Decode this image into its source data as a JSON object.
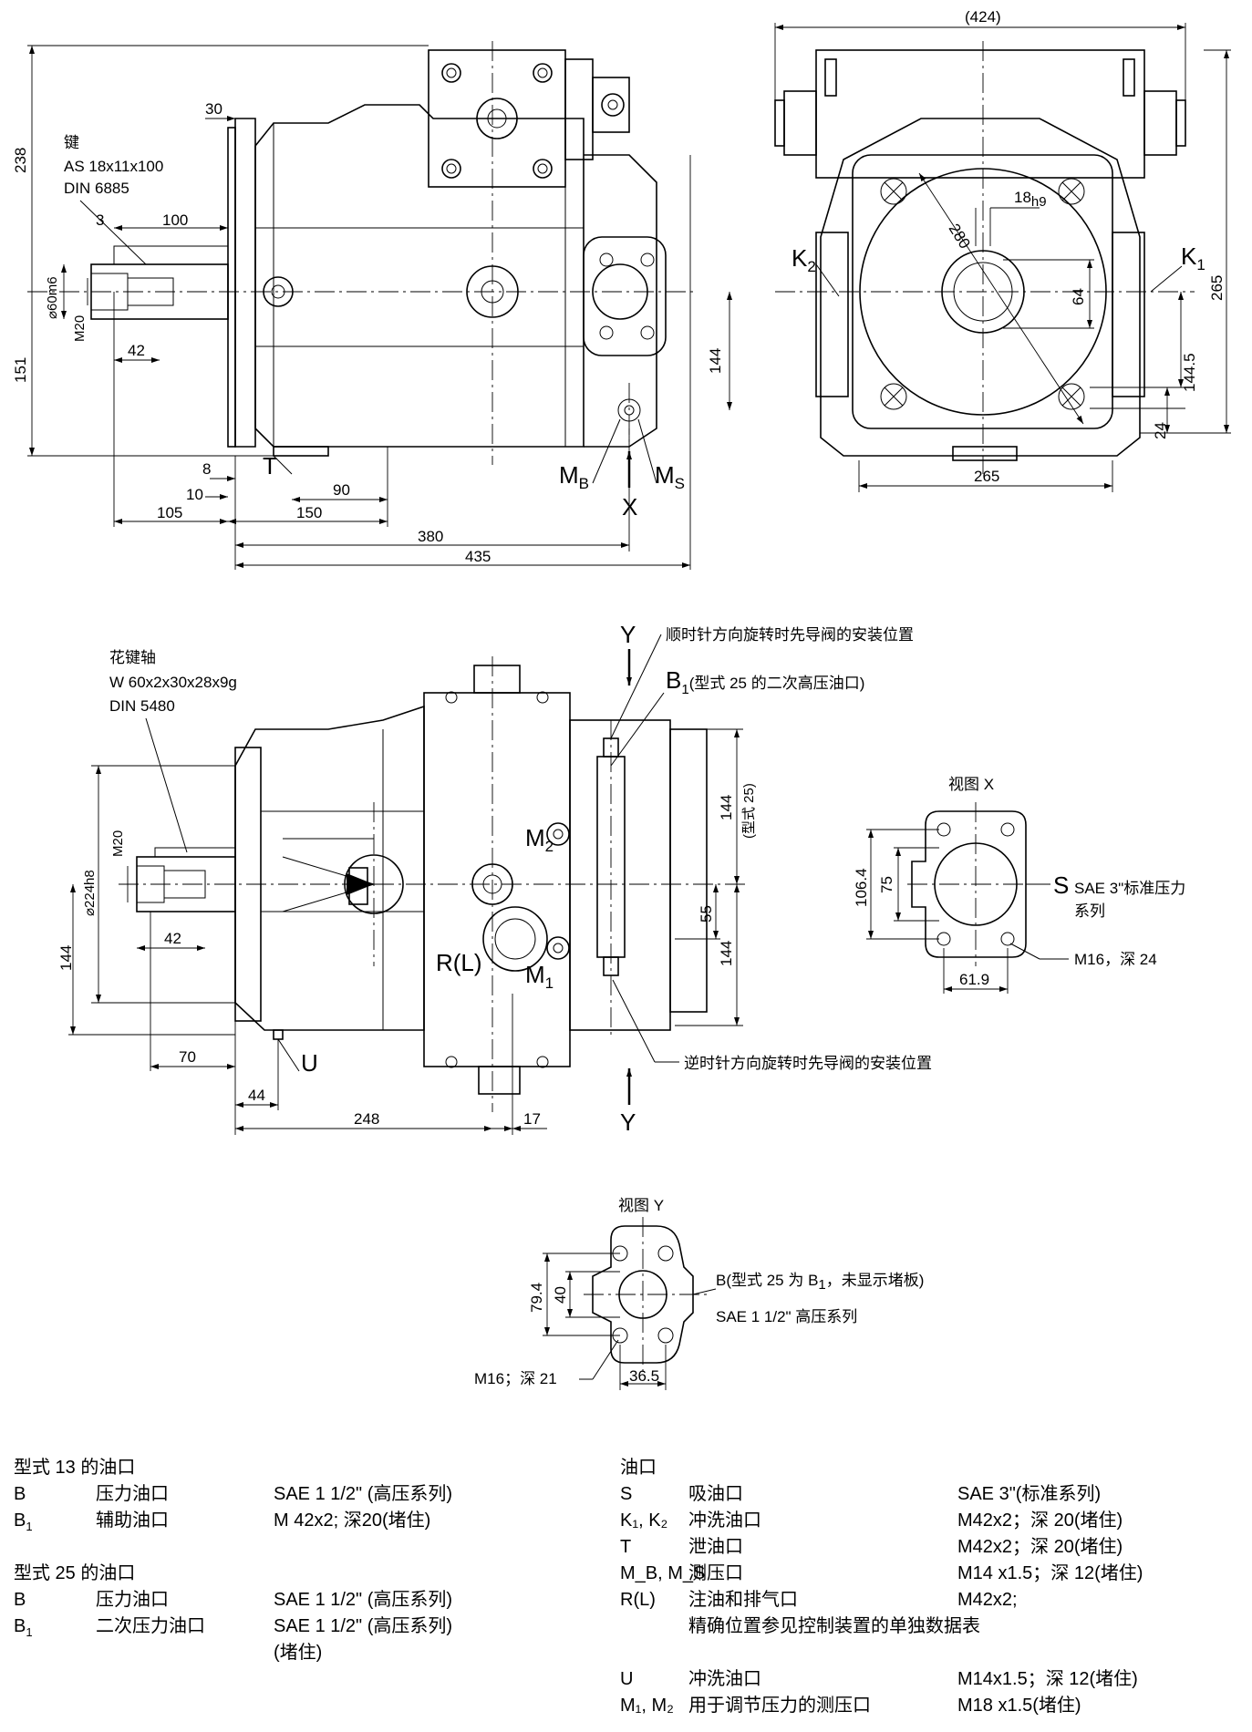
{
  "top_left_view": {
    "key_label": "键",
    "key_spec": "AS 18x11x100",
    "key_std": "DIN 6885",
    "dims": {
      "d238": "238",
      "d151": "151",
      "d30": "30",
      "d3": "3",
      "d100": "100",
      "d60": "⌀60m6",
      "dM20": "M20",
      "d42": "42",
      "d8": "8",
      "d10": "10",
      "d105": "105",
      "d150": "150",
      "d90": "90",
      "d380": "380",
      "d435": "435",
      "d144": "144"
    },
    "port_T": "T",
    "port_MB": "M",
    "port_MB_sub": "B",
    "port_MS": "M",
    "port_MS_sub": "S",
    "view_X_arrow": "X"
  },
  "top_right_view": {
    "dims": {
      "d424": "(424)",
      "d280": "280",
      "d18": "18",
      "d18_tol": "h9",
      "d64": "64",
      "d265v": "265",
      "d1445": "144.5",
      "d24": "24",
      "d265h": "265"
    },
    "port_K2": "K",
    "port_K2_sub": "2",
    "port_K1": "K",
    "port_K1_sub": "1"
  },
  "middle_view": {
    "shaft_label": "花键轴",
    "shaft_spec": "W 60x2x30x28x9g",
    "shaft_std": "DIN 5480",
    "dims": {
      "d224": "⌀224h8",
      "dM20": "M20",
      "d42": "42",
      "d144l": "144",
      "d70": "70",
      "d44": "44",
      "d248": "248",
      "d17": "17",
      "d144r": "144",
      "d144r2": "144",
      "type25": "(型式 25)",
      "d55": "55"
    },
    "y_top": "Y",
    "y_bottom": "Y",
    "note_cw": "顺时针方向旋转时先导阀的安装位置",
    "note_b1": "(型式 25 的二次高压油口)",
    "note_b1_port": "B",
    "note_b1_sub": "1",
    "note_ccw": "逆时针方向旋转时先导阀的安装位置",
    "port_M2": "M",
    "port_M2_sub": "2",
    "port_M1": "M",
    "port_M1_sub": "1",
    "port_RL": "R(L)",
    "port_U": "U"
  },
  "view_x": {
    "title": "视图 X",
    "d1064": "106.4",
    "d75": "75",
    "d619": "61.9",
    "port_s": "S",
    "s_desc1": "SAE 3\"标准压力",
    "s_desc2": "系列",
    "thread": "M16，深 24"
  },
  "view_y": {
    "title": "视图 Y",
    "d794": "79.4",
    "d40": "40",
    "d365": "36.5",
    "b_desc": "B(型式 25 为 B",
    "b_desc_sub": "1",
    "b_desc_tail": "，未显示堵板)",
    "sae": "SAE 1 1/2\" 高压系列",
    "thread": "M16；深 21"
  },
  "legend_left": {
    "type13_title": "型式 13 的油口",
    "type13": [
      {
        "port": "B",
        "sub": "",
        "name": "压力油口",
        "spec": "SAE 1 1/2\" (高压系列)"
      },
      {
        "port": "B",
        "sub": "1",
        "name": "辅助油口",
        "spec": "M 42x2; 深20(堵住)"
      }
    ],
    "type25_title": "型式 25 的油口",
    "type25": [
      {
        "port": "B",
        "sub": "",
        "name": "压力油口",
        "spec": "SAE 1 1/2\" (高压系列)"
      },
      {
        "port": "B",
        "sub": "1",
        "name": "二次压力油口",
        "spec": "SAE 1 1/2\" (高压系列)"
      }
    ],
    "type25_note": "(堵住)"
  },
  "legend_right": {
    "title": "油口",
    "rows": [
      {
        "port": "S",
        "name": "吸油口",
        "spec": "SAE 3\"(标准系列)"
      },
      {
        "port": "K₁, K₂",
        "name": "冲洗油口",
        "spec": "M42x2；深 20(堵住)"
      },
      {
        "port": "T",
        "name": "泄油口",
        "spec": "M42x2；深 20(堵住)"
      },
      {
        "port": "M_B, M_S",
        "name": "测压口",
        "spec": "M14 x1.5；深 12(堵住)"
      },
      {
        "port": "R(L)",
        "name": "注油和排气口",
        "spec": "M42x2;"
      }
    ],
    "rl_note": "精确位置参见控制装置的单独数据表",
    "rows2": [
      {
        "port": "U",
        "name": "冲洗油口",
        "spec": "M14x1.5；深 12(堵住)"
      },
      {
        "port": "M₁, M₂",
        "name": "用于调节压力的测压口",
        "spec": "M18 x1.5(堵住)"
      }
    ]
  }
}
